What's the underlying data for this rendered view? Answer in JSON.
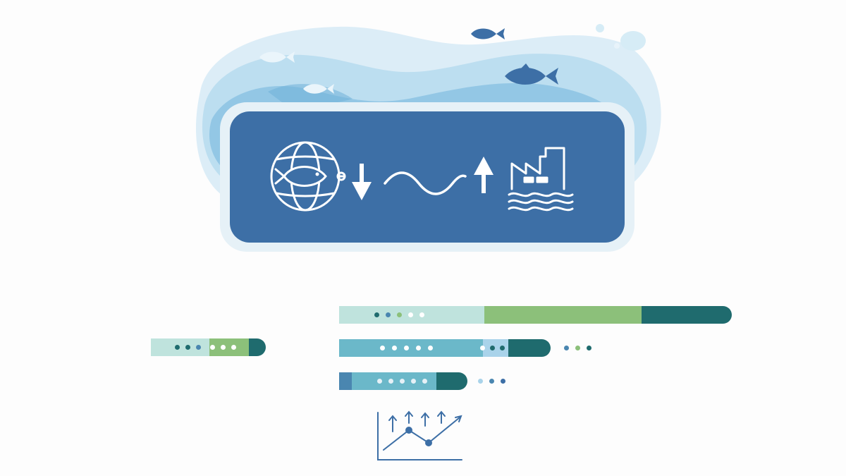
{
  "colors": {
    "wave_light": "#d6ecf6",
    "wave_mid": "#a9d3ea",
    "wave_deep": "#6fb0d9",
    "fish_light": "#eaf5fb",
    "fish_dark": "#3d6fa6",
    "panel_fill": "#3d6fa6",
    "panel_border": "#e6f1f7",
    "icon_stroke": "#ffffff",
    "mint": "#bfe3dd",
    "green": "#8cc07a",
    "teal_dark": "#1f6b6e",
    "teal_mid": "#6bb8c9",
    "steel": "#4a86b0",
    "chart_stroke": "#3d6fa6"
  },
  "icons": {
    "globe_fish": "globe-fish-icon",
    "arrow_down": "arrow-down-icon",
    "wave_line": "wave-line-icon",
    "arrow_up": "arrow-up-icon",
    "factory_water": "factory-water-icon",
    "trend_chart": "trend-chart-icon"
  },
  "bars": [
    {
      "name": "bar-left",
      "segments": [
        0.5,
        0.85,
        1.0
      ]
    },
    {
      "name": "bar-top",
      "segments": [
        0.37,
        0.77,
        1.0
      ]
    },
    {
      "name": "bar-middle",
      "segments": [
        0.68,
        0.8,
        1.0
      ]
    },
    {
      "name": "bar-bottom",
      "segments": [
        0.1,
        0.76,
        1.0
      ]
    }
  ]
}
